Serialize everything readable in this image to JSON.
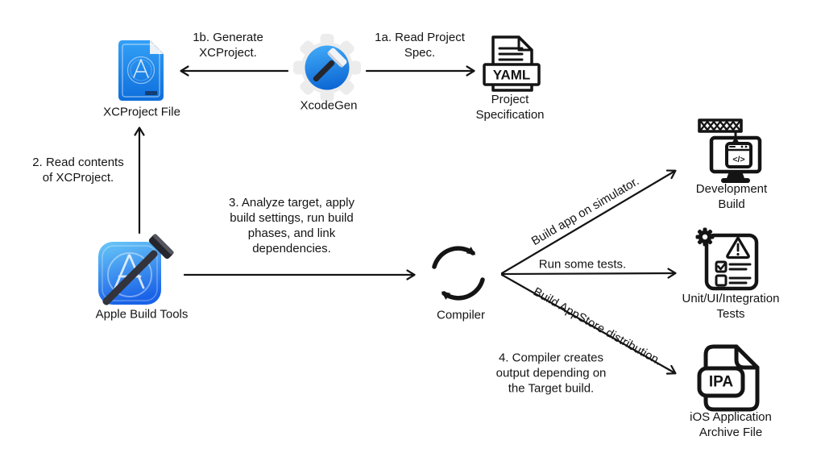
{
  "labels": {
    "xcproject": "XCProject File",
    "xcodegen": "XcodeGen",
    "project_spec": "Project\nSpecification",
    "apple_build_tools": "Apple Build Tools",
    "compiler": "Compiler",
    "development_build": "Development Build",
    "tests": "Unit/UI/Integration\nTests",
    "ipa": "iOS Application\nArchive File"
  },
  "steps": {
    "s1b": "1b. Generate\nXCProject.",
    "s1a": "1a. Read Project\nSpec.",
    "s2": "2. Read contents\nof XCProject.",
    "s3": "3. Analyze target, apply\nbuild settings, run build\nphases, and link\ndependencies.",
    "s4": "4. Compiler creates\noutput depending on\nthe Target build."
  },
  "edges": {
    "simulator": "Build app on simulator.",
    "run_tests": "Run some tests.",
    "appstore": "Build AppStore distribution."
  },
  "icon_text": {
    "yaml": "YAML",
    "ipa": "IPA",
    "code": "</>"
  },
  "colors": {
    "ink": "#141414",
    "xcode_blue_light": "#6AC9F8",
    "xcode_blue_dark": "#1A63E8",
    "doc_blue_light": "#33A0F6",
    "doc_blue_dark": "#0E6EDC",
    "gear_gray": "#ECECEC",
    "gen_blue_light": "#3BA4F6",
    "gen_blue_dark": "#0B66D4"
  }
}
